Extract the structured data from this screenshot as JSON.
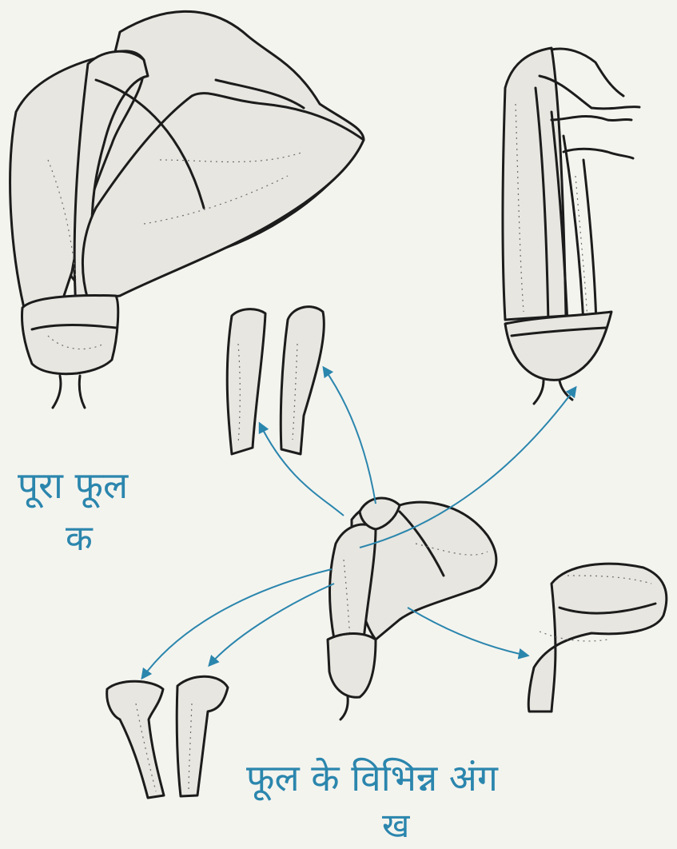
{
  "labels": {
    "whole_flower": "पूरा फूल",
    "whole_flower_letter": "क",
    "flower_parts": "फूल के विभिन्न अंग",
    "flower_parts_letter": "ख"
  },
  "colors": {
    "label_blue": "#2b86ad",
    "ink": "#1c1c1c",
    "paper": "#f4f4ef"
  }
}
